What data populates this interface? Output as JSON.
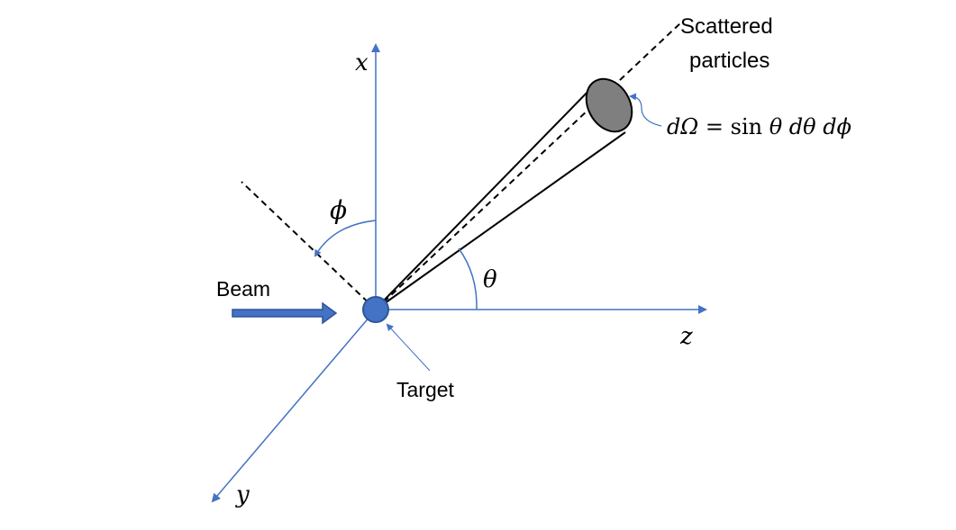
{
  "colors": {
    "axis": "#4472C4",
    "target_fill": "#4472C4",
    "target_stroke": "#2F5597",
    "cone_line": "#000000",
    "detector_fill": "#7F7F7F",
    "background": "#FFFFFF"
  },
  "labels": {
    "x_axis": "x",
    "y_axis": "y",
    "z_axis": "z",
    "phi": "ϕ",
    "theta": "θ",
    "beam": "Beam",
    "target": "Target",
    "scattered_line1": "Scattered",
    "scattered_line2": "particles"
  },
  "equation": {
    "lhs": "dΩ = ",
    "sin": "sin ",
    "rhs": "θ dθ dϕ"
  }
}
